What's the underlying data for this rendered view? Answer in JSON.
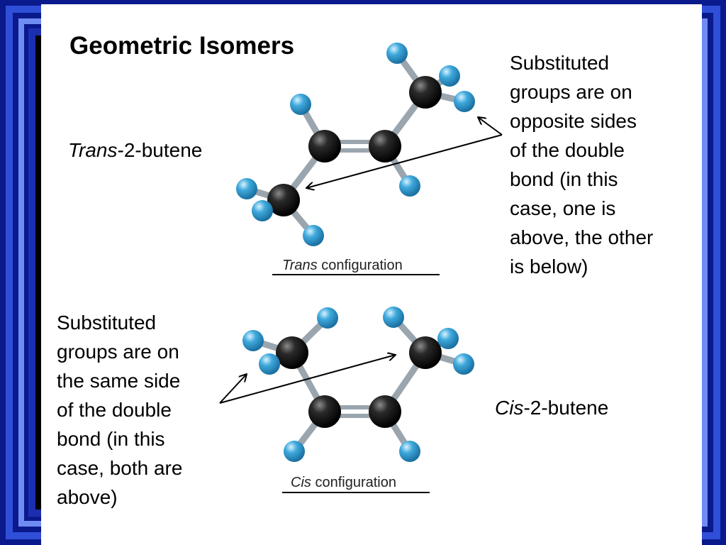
{
  "slide": {
    "title": "Geometric Isomers",
    "trans_label": {
      "italic": "Trans",
      "rest": "-2-butene"
    },
    "cis_label": {
      "italic": "Cis",
      "rest": "-2-butene"
    },
    "trans_note_lines": [
      "Substituted",
      "groups are on",
      "opposite sides",
      "of the double",
      "bond (in this",
      "case, one is",
      "above, the other",
      "is below)"
    ],
    "cis_note_lines": [
      "Substituted",
      "groups are on",
      "the same side",
      "of the double",
      "bond (in this",
      "case, both are",
      "above)"
    ],
    "trans_caption": {
      "italic": "Trans",
      "rest": " configuration"
    },
    "cis_caption": {
      "italic": "Cis",
      "rest": " configuration"
    }
  },
  "colors": {
    "carbon": "#111111",
    "hydrogen": "#3fa9dc",
    "bond": "#9aa5ae",
    "slide_background": "#ffffff",
    "frame_outer": "#0a1a8c",
    "frame_inner": "#2f4fd8"
  }
}
